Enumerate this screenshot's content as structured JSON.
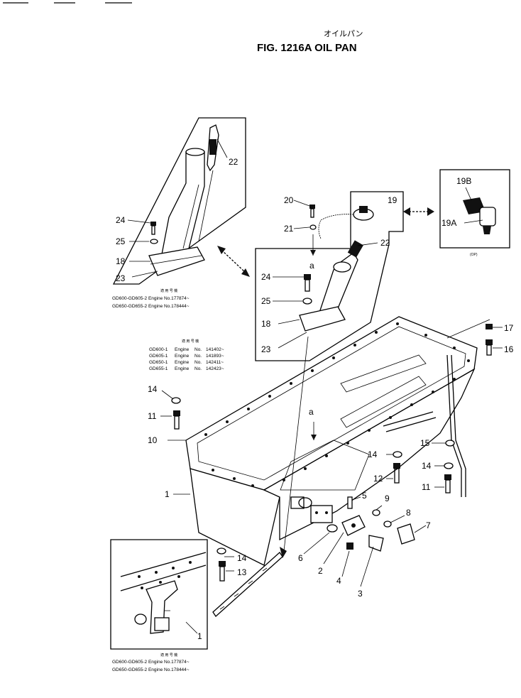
{
  "header": {
    "marks": [
      "—",
      "—",
      "—"
    ],
    "title_jp": "オイルパン",
    "title": "FIG. 1216A  OIL PAN"
  },
  "insets": {
    "upper_left": {
      "part_numbers": [
        "22",
        "24",
        "25",
        "18",
        "23"
      ],
      "serial_heading": "適 用 号 機",
      "serial_lines": [
        "GD600-GD605-2  Engine  No.177874~",
        "GD650-GD655-2  Engine  No.178444~"
      ]
    },
    "right_sensor": {
      "part_numbers": [
        "19B",
        "19A"
      ],
      "note": "(OP)"
    },
    "center_gauge": {
      "part_numbers": [
        "20",
        "19",
        "21",
        "22",
        "a",
        "24",
        "25",
        "18",
        "23"
      ]
    },
    "lower_left": {
      "part_numbers": [
        "1"
      ],
      "serial_heading": "適 用 号 機",
      "serial_lines": [
        "GD600-GD605-2  Engine  No.177874~",
        "GD650-GD655-2  Engine  No.178444~"
      ]
    }
  },
  "serial_block": {
    "heading": "適 用 号 機",
    "rows": [
      {
        "model": "GD600-1",
        "engine": "Engine",
        "no": "No.",
        "serial": "141402~"
      },
      {
        "model": "GD605-1",
        "engine": "Engine",
        "no": "No.",
        "serial": "141893~"
      },
      {
        "model": "GD650-1",
        "engine": "Engine",
        "no": "No.",
        "serial": "142411~"
      },
      {
        "model": "GD655-1",
        "engine": "Engine",
        "no": "No.",
        "serial": "142423~"
      }
    ]
  },
  "main_callouts": [
    "17",
    "16",
    "14",
    "11",
    "10",
    "a",
    "15",
    "14",
    "12",
    "14",
    "11",
    "1",
    "5",
    "9",
    "8",
    "7",
    "14",
    "13",
    "6",
    "2",
    "4",
    "3"
  ]
}
